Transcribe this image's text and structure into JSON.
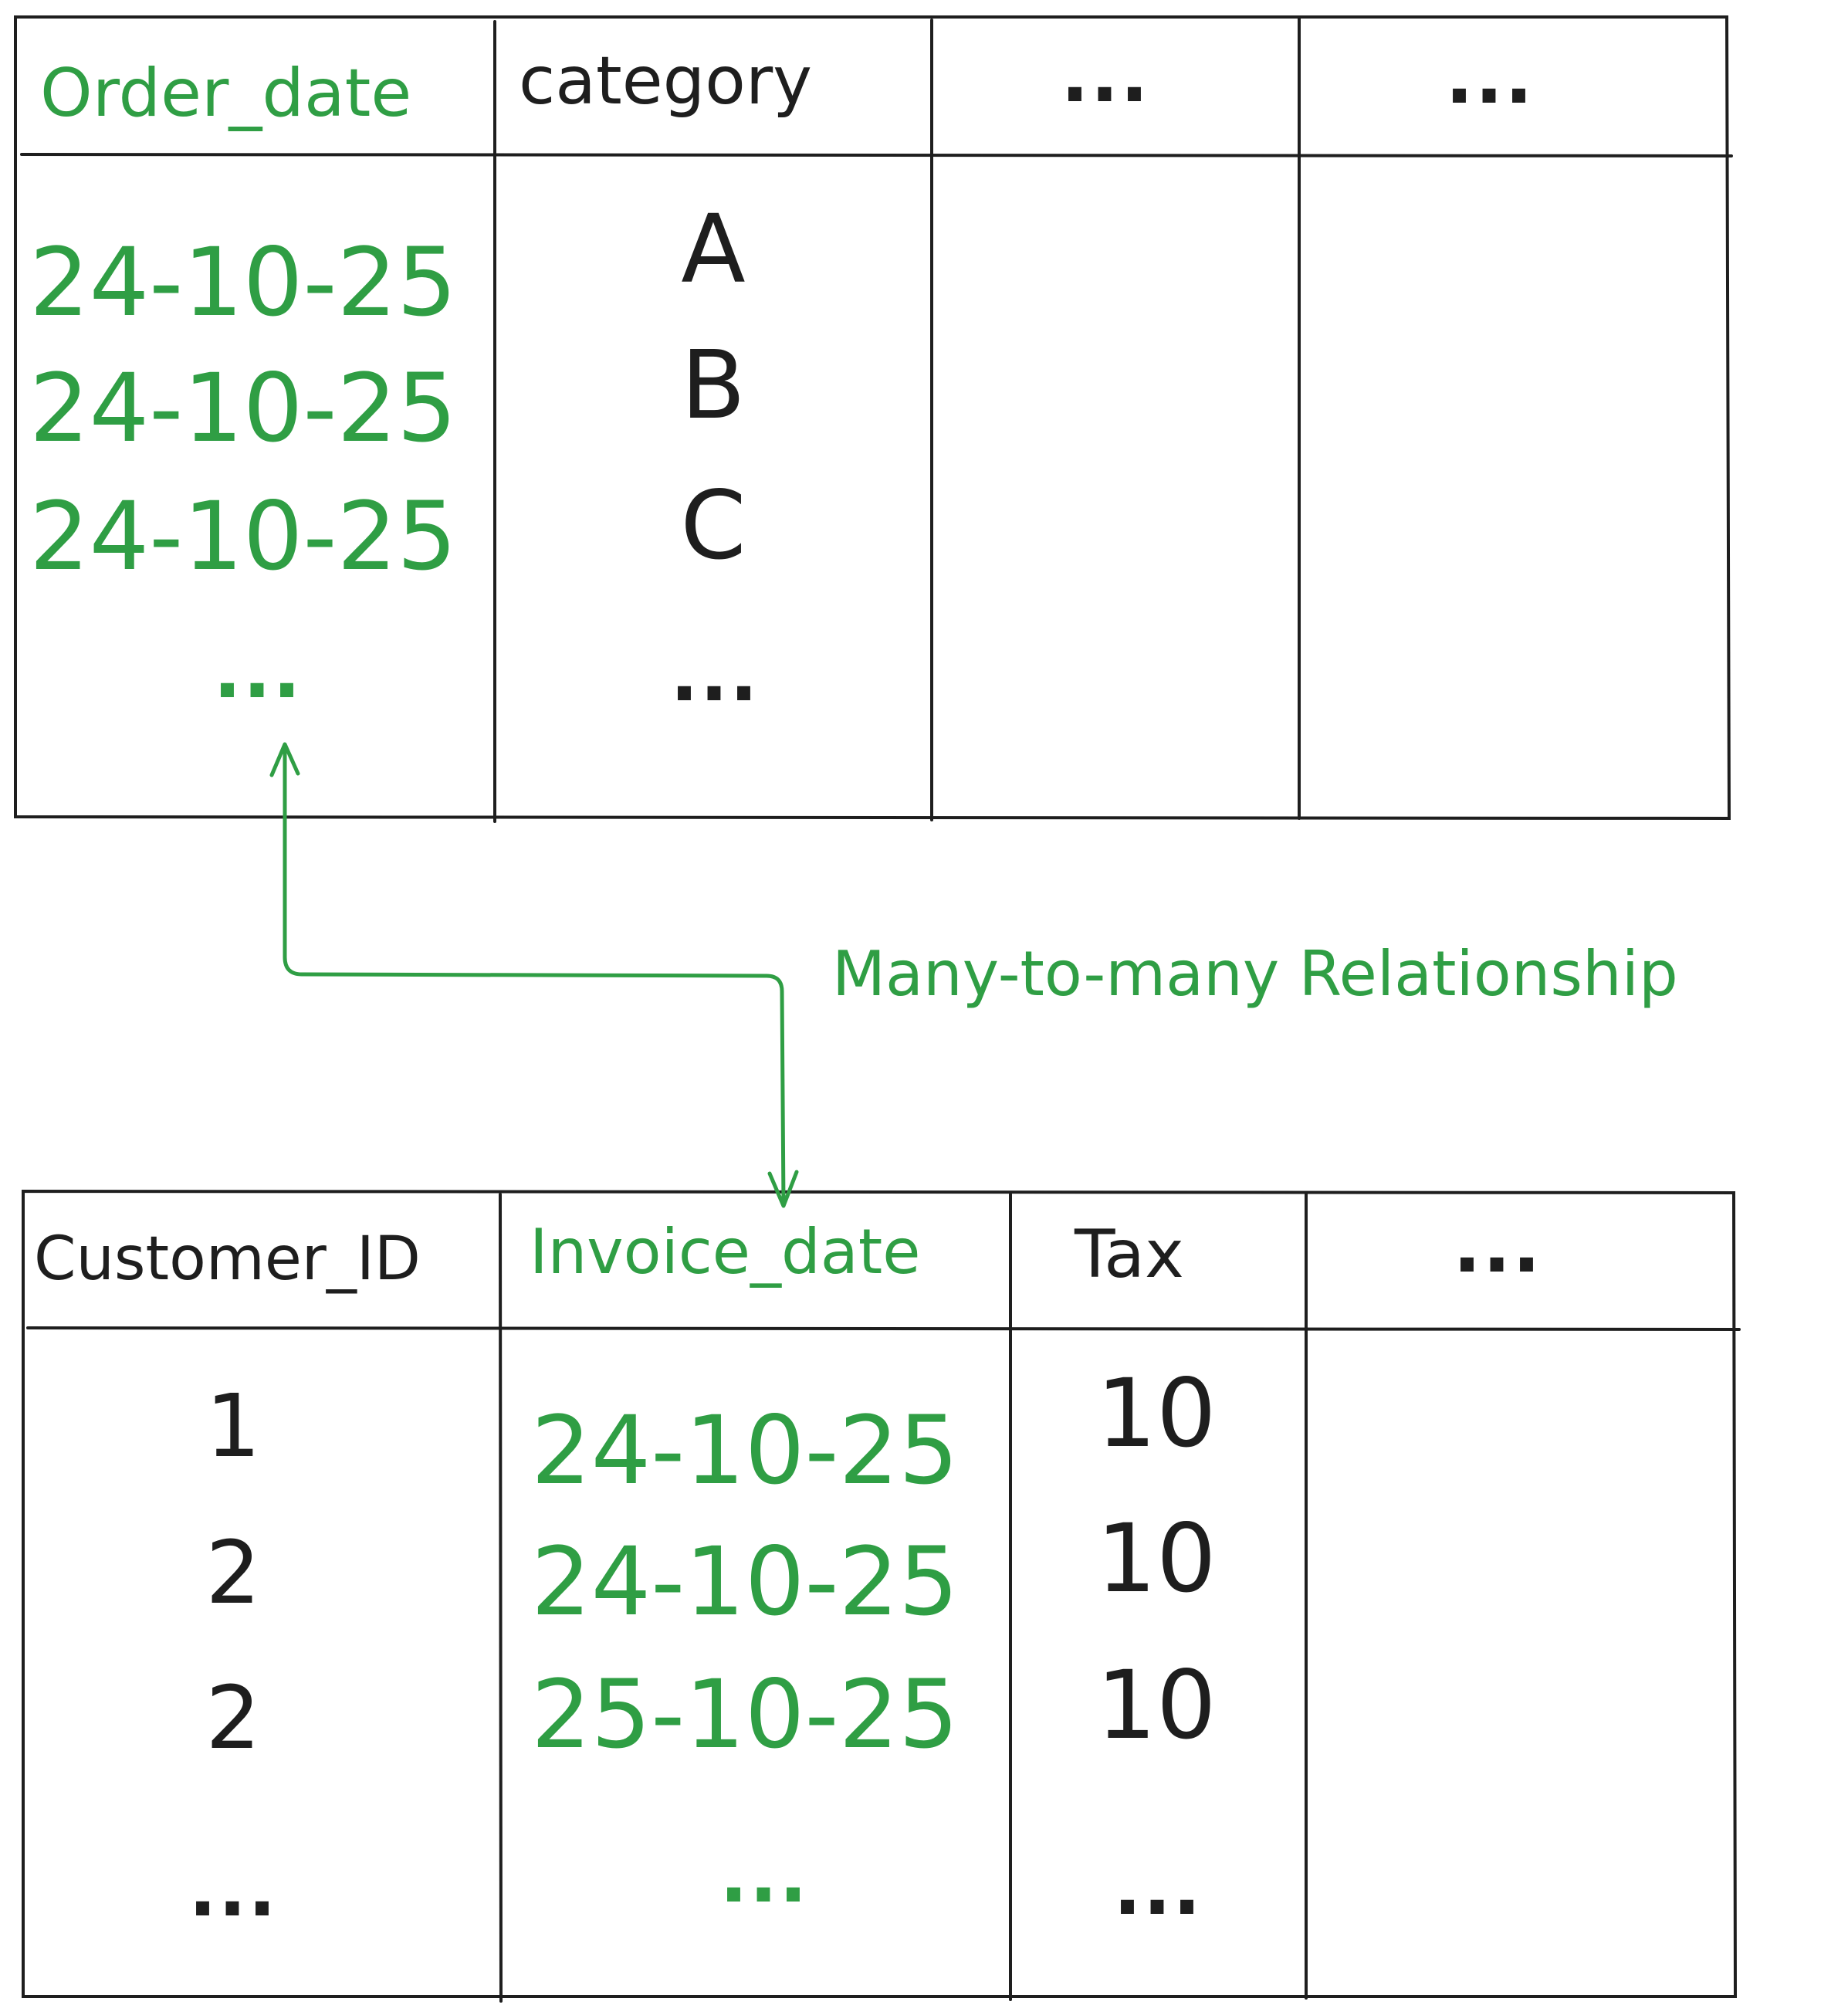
{
  "colors": {
    "highlight": "#2f9e44",
    "ink": "#1e1e1e",
    "background": "#ffffff"
  },
  "top_table": {
    "headers": [
      "Order_date",
      "category",
      "...",
      "..."
    ],
    "order_date_values": [
      "24-10-25",
      "24-10-25",
      "24-10-25",
      "..."
    ],
    "category_values": [
      "A",
      "B",
      "C",
      "..."
    ]
  },
  "bottom_table": {
    "headers": [
      "Customer_ID",
      "Invoice_date",
      "Tax",
      "..."
    ],
    "customer_id_values": [
      "1",
      "2",
      "2",
      "..."
    ],
    "invoice_date_values": [
      "24-10-25",
      "24-10-25",
      "25-10-25",
      "..."
    ],
    "tax_values": [
      "10",
      "10",
      "10",
      "..."
    ]
  },
  "relationship": {
    "label": "Many-to-many Relationship",
    "connector": "double-arrow"
  }
}
